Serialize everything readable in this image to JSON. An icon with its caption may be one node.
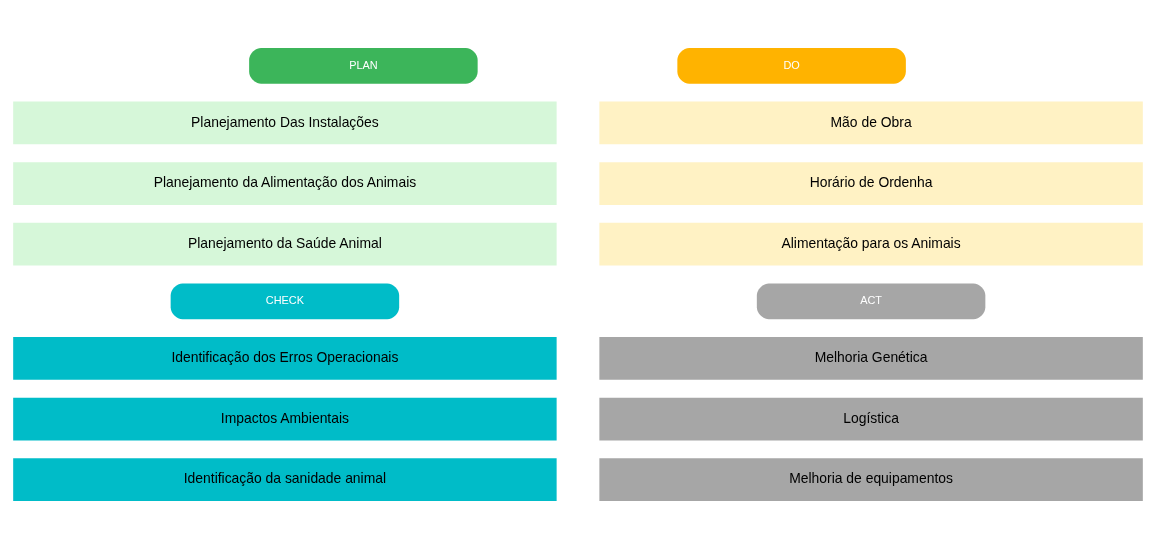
{
  "diagram": {
    "nodes": [
      {
        "text": [
          "PLAN"
        ]
      },
      {
        "text": [
          "Planejamento Das Instalações"
        ]
      },
      {
        "text": [
          "Planejamento da Alimentação dos Animais"
        ]
      },
      {
        "text": [
          "Planejamento da Saúde Animal"
        ]
      },
      {
        "text": [
          "DO"
        ]
      },
      {
        "text": [
          "Mão de Obra"
        ]
      },
      {
        "text": [
          "Horário de Ordenha"
        ]
      },
      {
        "text": [
          "Alimentação para os Animais"
        ]
      },
      {
        "text": [
          "CHECK"
        ]
      },
      {
        "text": [
          "Identificação dos Erros Operacionais"
        ]
      },
      {
        "text": [
          "Impactos Ambientais"
        ]
      },
      {
        "text": [
          "Identificação da sanidade animal"
        ]
      },
      {
        "text": [
          "ACT"
        ]
      },
      {
        "text": [
          "Melhoria Genética"
        ]
      },
      {
        "text": [
          "Logística"
        ]
      },
      {
        "text": [
          "Melhoria de equipamentos"
        ]
      }
    ],
    "edges": []
  }
}
